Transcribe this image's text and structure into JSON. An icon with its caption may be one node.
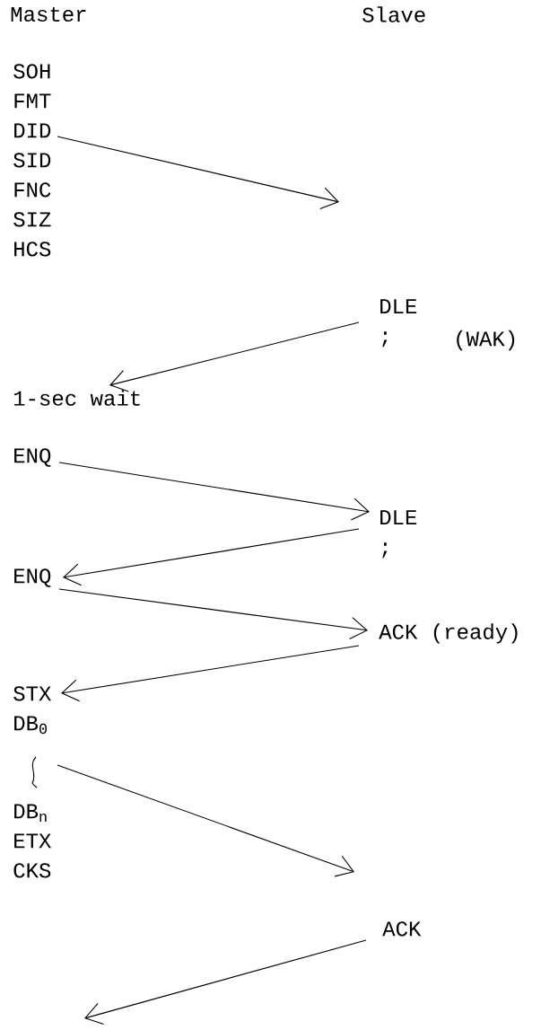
{
  "diagram": {
    "nodes": [
      {
        "text": [
          "SOH",
          "FMT",
          "DID",
          "SID",
          "FNC",
          "SIZ",
          "HCS"
        ]
      },
      {
        "text": [
          "DLE",
          ";"
        ],
        "beside": [
          "(WAK)"
        ]
      },
      {
        "text": [
          "1-sec wait"
        ]
      },
      {
        "text": [
          "ENQ"
        ]
      },
      {
        "text": [
          "DLE",
          ";"
        ]
      },
      {
        "text": [
          "ENQ"
        ]
      },
      {
        "text": [
          "ACK (ready)"
        ]
      },
      {
        "text": [
          "STX",
          "DB$_{0}$",
          "DB$_{n}$",
          "ETX",
          "CKS"
        ]
      },
      {
        "text": [
          "ACK"
        ]
      }
    ],
    "edges": [
      {
        "from": 0,
        "to": null,
        "arrow": "to"
      },
      {
        "from": 1,
        "to": 2,
        "arrow": "to"
      },
      {
        "from": 3,
        "to": 4,
        "arrow": "to"
      },
      {
        "from": 4,
        "to": 5,
        "arrow": "to"
      },
      {
        "from": 5,
        "to": 6,
        "arrow": "to"
      },
      {
        "from": 6,
        "to": 7,
        "arrow": "to"
      },
      {
        "from": 7,
        "to": null,
        "arrow": "to"
      },
      {
        "from": 8,
        "to": null,
        "arrow": "to"
      }
    ],
    "labels": [
      "Master",
      "Slave"
    ]
  }
}
